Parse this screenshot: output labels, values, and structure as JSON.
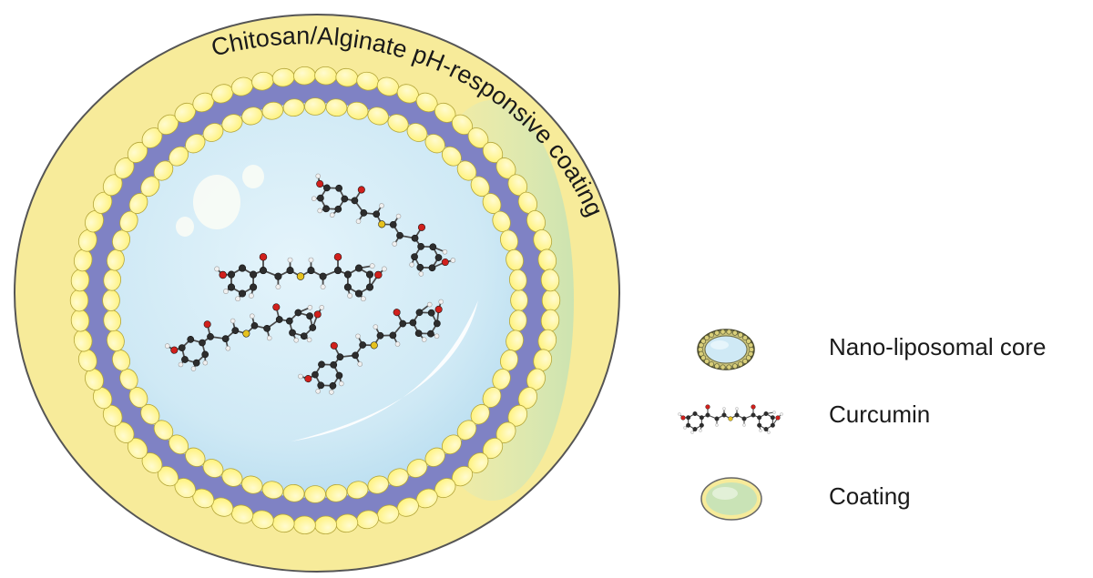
{
  "figure": {
    "coating_text": "Chitosan/Alginate pH-responsive coating",
    "colors": {
      "coating": "#f7eb9a",
      "coating_stroke": "#555555",
      "lipid_head": "#fff27a",
      "lipid_head_stroke": "#b3a53a",
      "lipid_tail": "#7f82c4",
      "core": "#cfe9f5",
      "core_shade": "#b9dff1",
      "green_tint": "#cfe5c2",
      "atom_carbon": "#2d2d2d",
      "atom_oxygen": "#d0201c",
      "atom_hydrogen": "#f0f0f0",
      "atom_sulfur": "#e6c21e"
    }
  },
  "legend": {
    "items": [
      {
        "icon": "liposome-icon",
        "label": "Nano-liposomal core"
      },
      {
        "icon": "curcumin-molecule-icon",
        "label": "Curcumin"
      },
      {
        "icon": "coating-icon",
        "label": "Coating"
      }
    ]
  }
}
